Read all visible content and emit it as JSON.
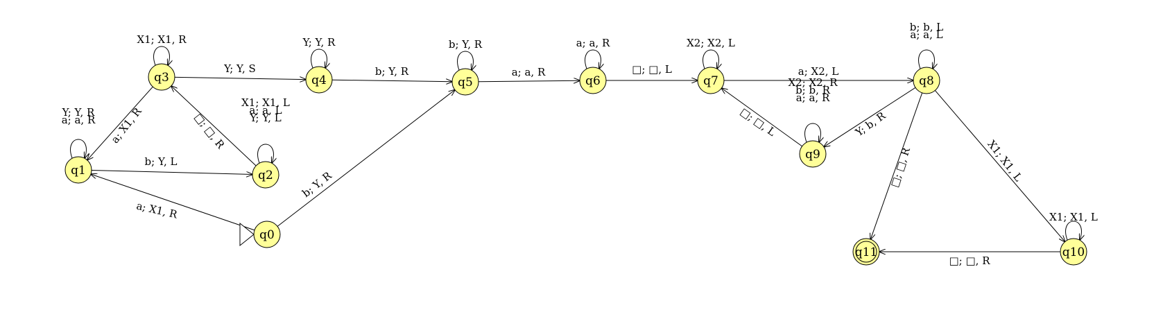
{
  "states": [
    {
      "id": "q0",
      "label": "q0",
      "initial": true,
      "final": false
    },
    {
      "id": "q1",
      "label": "q1",
      "initial": false,
      "final": false
    },
    {
      "id": "q2",
      "label": "q2",
      "initial": false,
      "final": false
    },
    {
      "id": "q3",
      "label": "q3",
      "initial": false,
      "final": false
    },
    {
      "id": "q4",
      "label": "q4",
      "initial": false,
      "final": false
    },
    {
      "id": "q5",
      "label": "q5",
      "initial": false,
      "final": false
    },
    {
      "id": "q6",
      "label": "q6",
      "initial": false,
      "final": false
    },
    {
      "id": "q7",
      "label": "q7",
      "initial": false,
      "final": false
    },
    {
      "id": "q8",
      "label": "q8",
      "initial": false,
      "final": false
    },
    {
      "id": "q9",
      "label": "q9",
      "initial": false,
      "final": false
    },
    {
      "id": "q10",
      "label": "q10",
      "initial": false,
      "final": false
    },
    {
      "id": "q11",
      "label": "q11",
      "initial": false,
      "final": true
    }
  ],
  "transitions": [
    {
      "from": "q0",
      "to": "q1",
      "labels": [
        "a; X1, R"
      ]
    },
    {
      "from": "q0",
      "to": "q5",
      "labels": [
        "b; Y, R"
      ]
    },
    {
      "from": "q1",
      "to": "q1",
      "labels": [
        "Y; Y, R",
        "a; a, R"
      ]
    },
    {
      "from": "q1",
      "to": "q2",
      "labels": [
        "b; Y, L"
      ]
    },
    {
      "from": "q2",
      "to": "q2",
      "labels": [
        "X1; X1, L",
        "a; a, L",
        "Y; Y, L"
      ]
    },
    {
      "from": "q2",
      "to": "q3",
      "labels": [
        "□; □, R"
      ]
    },
    {
      "from": "q3",
      "to": "q3",
      "labels": [
        "X1; X1, R"
      ]
    },
    {
      "from": "q3",
      "to": "q1",
      "labels": [
        "a; X1, R"
      ]
    },
    {
      "from": "q3",
      "to": "q4",
      "labels": [
        "Y; Y, S"
      ]
    },
    {
      "from": "q4",
      "to": "q4",
      "labels": [
        "Y; Y, R"
      ]
    },
    {
      "from": "q4",
      "to": "q5",
      "labels": [
        "b; Y, R"
      ]
    },
    {
      "from": "q5",
      "to": "q5",
      "labels": [
        "b; Y, R"
      ]
    },
    {
      "from": "q5",
      "to": "q6",
      "labels": [
        "a; a, R"
      ]
    },
    {
      "from": "q6",
      "to": "q6",
      "labels": [
        "a; a, R"
      ]
    },
    {
      "from": "q6",
      "to": "q7",
      "labels": [
        "□; □, L"
      ]
    },
    {
      "from": "q7",
      "to": "q7",
      "labels": [
        "X2; X2, L"
      ]
    },
    {
      "from": "q7",
      "to": "q8",
      "labels": [
        "a; X2, L"
      ]
    },
    {
      "from": "q8",
      "to": "q8",
      "labels": [
        "b; b, L",
        "a; a, L"
      ]
    },
    {
      "from": "q8",
      "to": "q9",
      "labels": [
        "Y; b, R"
      ]
    },
    {
      "from": "q9",
      "to": "q9",
      "labels": [
        "X2; X2, R",
        "b; b, R",
        "a; a, R"
      ]
    },
    {
      "from": "q9",
      "to": "q7",
      "labels": [
        "□; □, L"
      ]
    },
    {
      "from": "q8",
      "to": "q11",
      "labels": [
        "□; □, R"
      ]
    },
    {
      "from": "q8",
      "to": "q10",
      "labels": [
        "X1; X1, L"
      ]
    },
    {
      "from": "q10",
      "to": "q10",
      "labels": [
        "X1; X1, L"
      ]
    },
    {
      "from": "q10",
      "to": "q11",
      "labels": [
        "□; □, R"
      ]
    }
  ]
}
